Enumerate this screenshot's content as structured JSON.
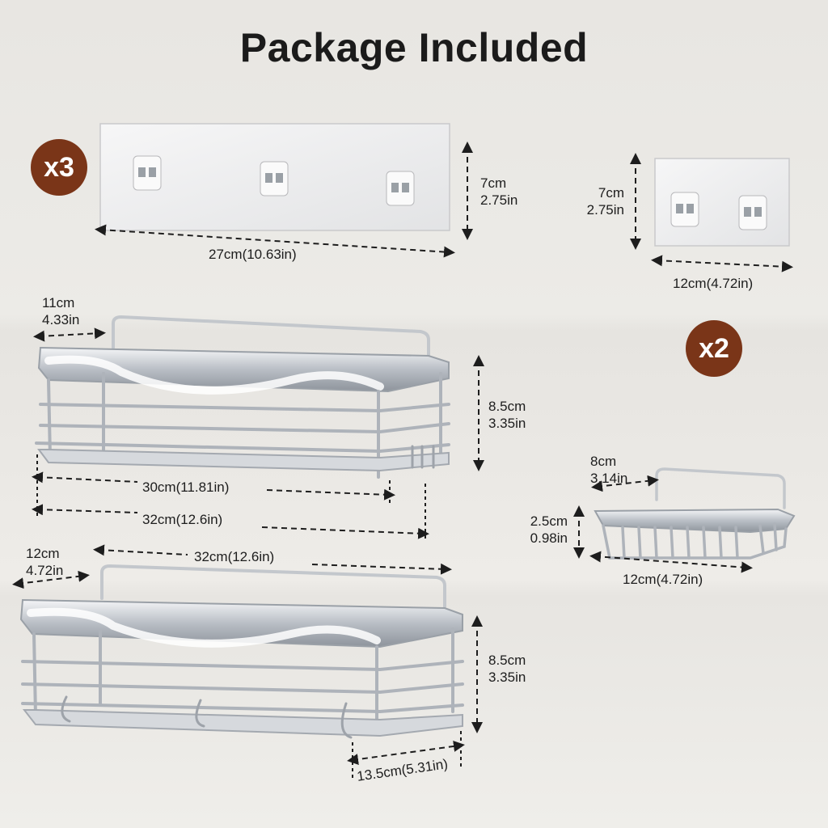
{
  "title": "Package Included",
  "badges": {
    "strips": "x3",
    "baskets": "x2"
  },
  "colors": {
    "badge": "#7a3518",
    "text": "#1b1b1b",
    "metal": "#c9cdd2"
  },
  "dimensions": {
    "long_strip_height": [
      "7cm",
      "2.75in"
    ],
    "long_strip_width": "27cm(10.63in)",
    "short_strip_height": [
      "7cm",
      "2.75in"
    ],
    "short_strip_width": "12cm(4.72in)",
    "basket1_depth": [
      "11cm",
      "4.33in"
    ],
    "basket1_height": [
      "8.5cm",
      "3.35in"
    ],
    "basket1_inner_width": "30cm(11.81in)",
    "basket1_width": "32cm(12.6in)",
    "basket2_depth": [
      "12cm",
      "4.72in"
    ],
    "basket2_width": "32cm(12.6in)",
    "basket2_height": [
      "8.5cm",
      "3.35in"
    ],
    "basket2_hook_span": "13.5cm(5.31in)",
    "soap_depth": [
      "8cm",
      "3.14in"
    ],
    "soap_height": [
      "2.5cm",
      "0.98in"
    ],
    "soap_width": "12cm(4.72in)"
  }
}
